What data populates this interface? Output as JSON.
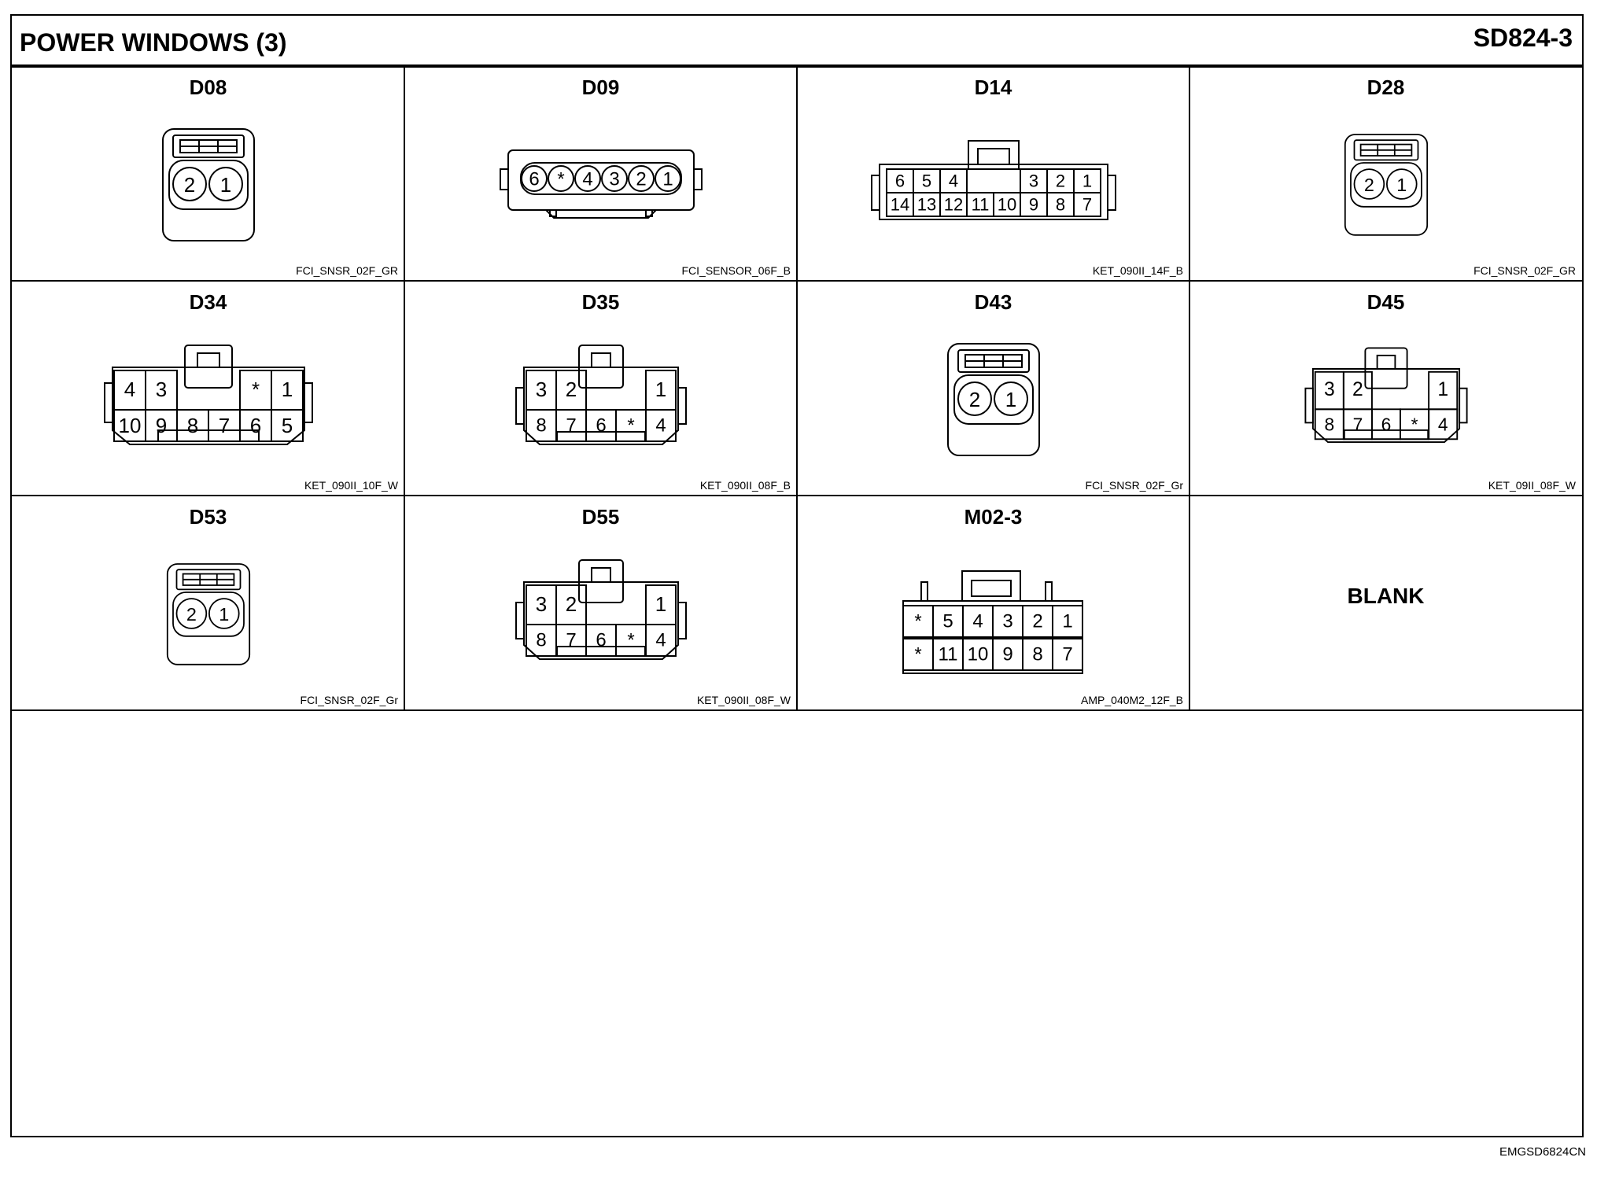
{
  "header": {
    "title": "POWER WINDOWS (3)",
    "code": "SD824-3"
  },
  "connectors": [
    {
      "label": "D08",
      "part": "FCI_SNSR_02F_GR"
    },
    {
      "label": "D09",
      "part": "FCI_SENSOR_06F_B"
    },
    {
      "label": "D14",
      "part": "KET_090II_14F_B"
    },
    {
      "label": "D28",
      "part": "FCI_SNSR_02F_GR"
    },
    {
      "label": "D34",
      "part": "KET_090II_10F_W"
    },
    {
      "label": "D35",
      "part": "KET_090II_08F_B"
    },
    {
      "label": "D43",
      "part": "FCI_SNSR_02F_Gr"
    },
    {
      "label": "D45",
      "part": "KET_09II_08F_W"
    },
    {
      "label": "D53",
      "part": "FCI_SNSR_02F_Gr"
    },
    {
      "label": "D55",
      "part": "KET_090II_08F_W"
    },
    {
      "label": "M02-3",
      "part": "AMP_040M2_12F_B"
    },
    {
      "label": "BLANK",
      "part": ""
    }
  ],
  "pins": {
    "round2": [
      "2",
      "1"
    ],
    "d09": [
      "6",
      "*",
      "4",
      "3",
      "2",
      "1"
    ],
    "d14_top": [
      "6",
      "5",
      "4",
      "3",
      "2",
      "1"
    ],
    "d14_bottom": [
      "14",
      "13",
      "12",
      "11",
      "10",
      "9",
      "8",
      "7"
    ],
    "ten_top": [
      "4",
      "3",
      "*",
      "1"
    ],
    "ten_bottom": [
      "10",
      "9",
      "8",
      "7",
      "6",
      "5"
    ],
    "eight_top": [
      "3",
      "2",
      "1"
    ],
    "eight_bottom": [
      "8",
      "7",
      "6",
      "*",
      "4"
    ],
    "m02_top": [
      "*",
      "5",
      "4",
      "3",
      "2",
      "1"
    ],
    "m02_bottom": [
      "*",
      "11",
      "10",
      "9",
      "8",
      "7"
    ]
  },
  "footer": {
    "code": "EMGSD6824CN"
  }
}
